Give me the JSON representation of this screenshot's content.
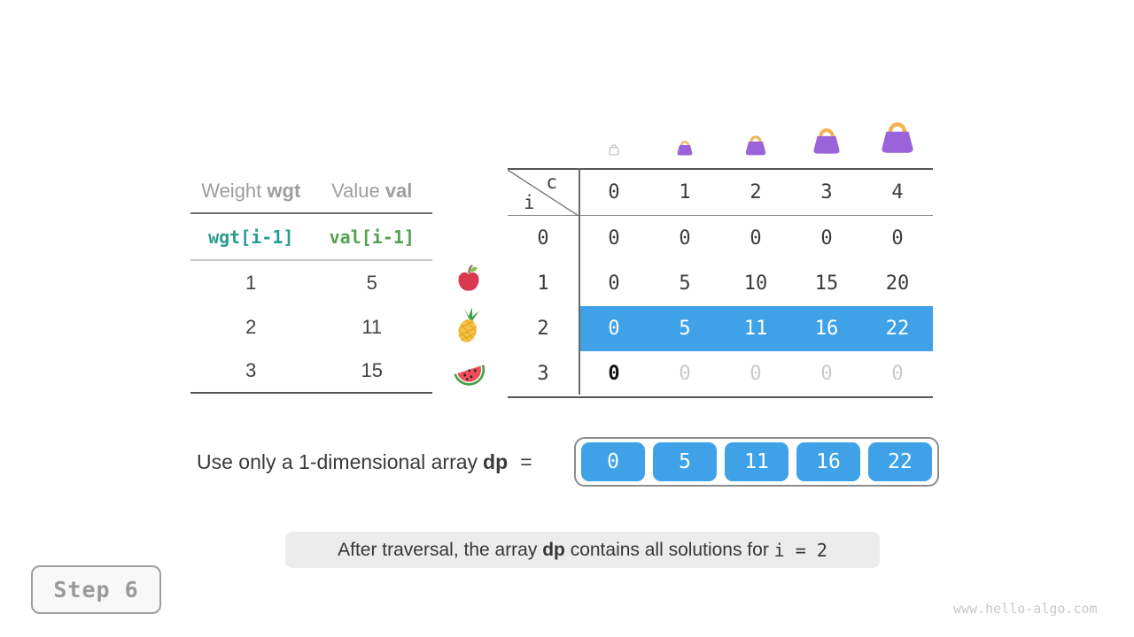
{
  "branding": {
    "watermark": "www.hello-algo.com"
  },
  "step": {
    "label": "Step 6"
  },
  "colors": {
    "highlight_blue": "#3fa2e8",
    "formula_teal": "#2a9d8f",
    "formula_green": "#4fa34f",
    "bag_purple": "#9b63d9",
    "bag_handle_gold": "#f2b352"
  },
  "items_table": {
    "headers": [
      {
        "plain": "Weight ",
        "bold": "wgt"
      },
      {
        "plain": "Value ",
        "bold": "val"
      }
    ],
    "formula_row": {
      "weight": "wgt[i-1]",
      "value": "val[i-1]"
    },
    "rows": [
      {
        "weight": "1",
        "value": "5",
        "icon": "apple-icon"
      },
      {
        "weight": "2",
        "value": "11",
        "icon": "pineapple-icon"
      },
      {
        "weight": "3",
        "value": "15",
        "icon": "watermelon-icon"
      }
    ]
  },
  "dp_table": {
    "corner": {
      "col_var": "c",
      "row_var": "i"
    },
    "col_headers": [
      "0",
      "1",
      "2",
      "3",
      "4"
    ],
    "bag_icons": [
      "bag-ghost-icon",
      "bag-small-icon",
      "bag-medium-icon",
      "bag-large-icon",
      "bag-xlarge-icon"
    ],
    "rows": [
      {
        "label": "0",
        "cells": [
          "0",
          "0",
          "0",
          "0",
          "0"
        ]
      },
      {
        "label": "1",
        "cells": [
          "0",
          "5",
          "10",
          "15",
          "20"
        ]
      },
      {
        "label": "2",
        "cells": [
          "0",
          "5",
          "11",
          "16",
          "22"
        ],
        "highlighted": true
      },
      {
        "label": "3",
        "cells": [
          "0",
          "0",
          "0",
          "0",
          "0"
        ],
        "fresh_col": 0
      }
    ]
  },
  "dp_array": {
    "label": "Use only a 1-dimensional array",
    "var": "dp",
    "equals": "=",
    "values": [
      "0",
      "5",
      "11",
      "16",
      "22"
    ]
  },
  "caption": {
    "prefix": "After traversal, the array ",
    "var": "dp",
    "middle": " contains all solutions for ",
    "expr": "i = 2"
  }
}
